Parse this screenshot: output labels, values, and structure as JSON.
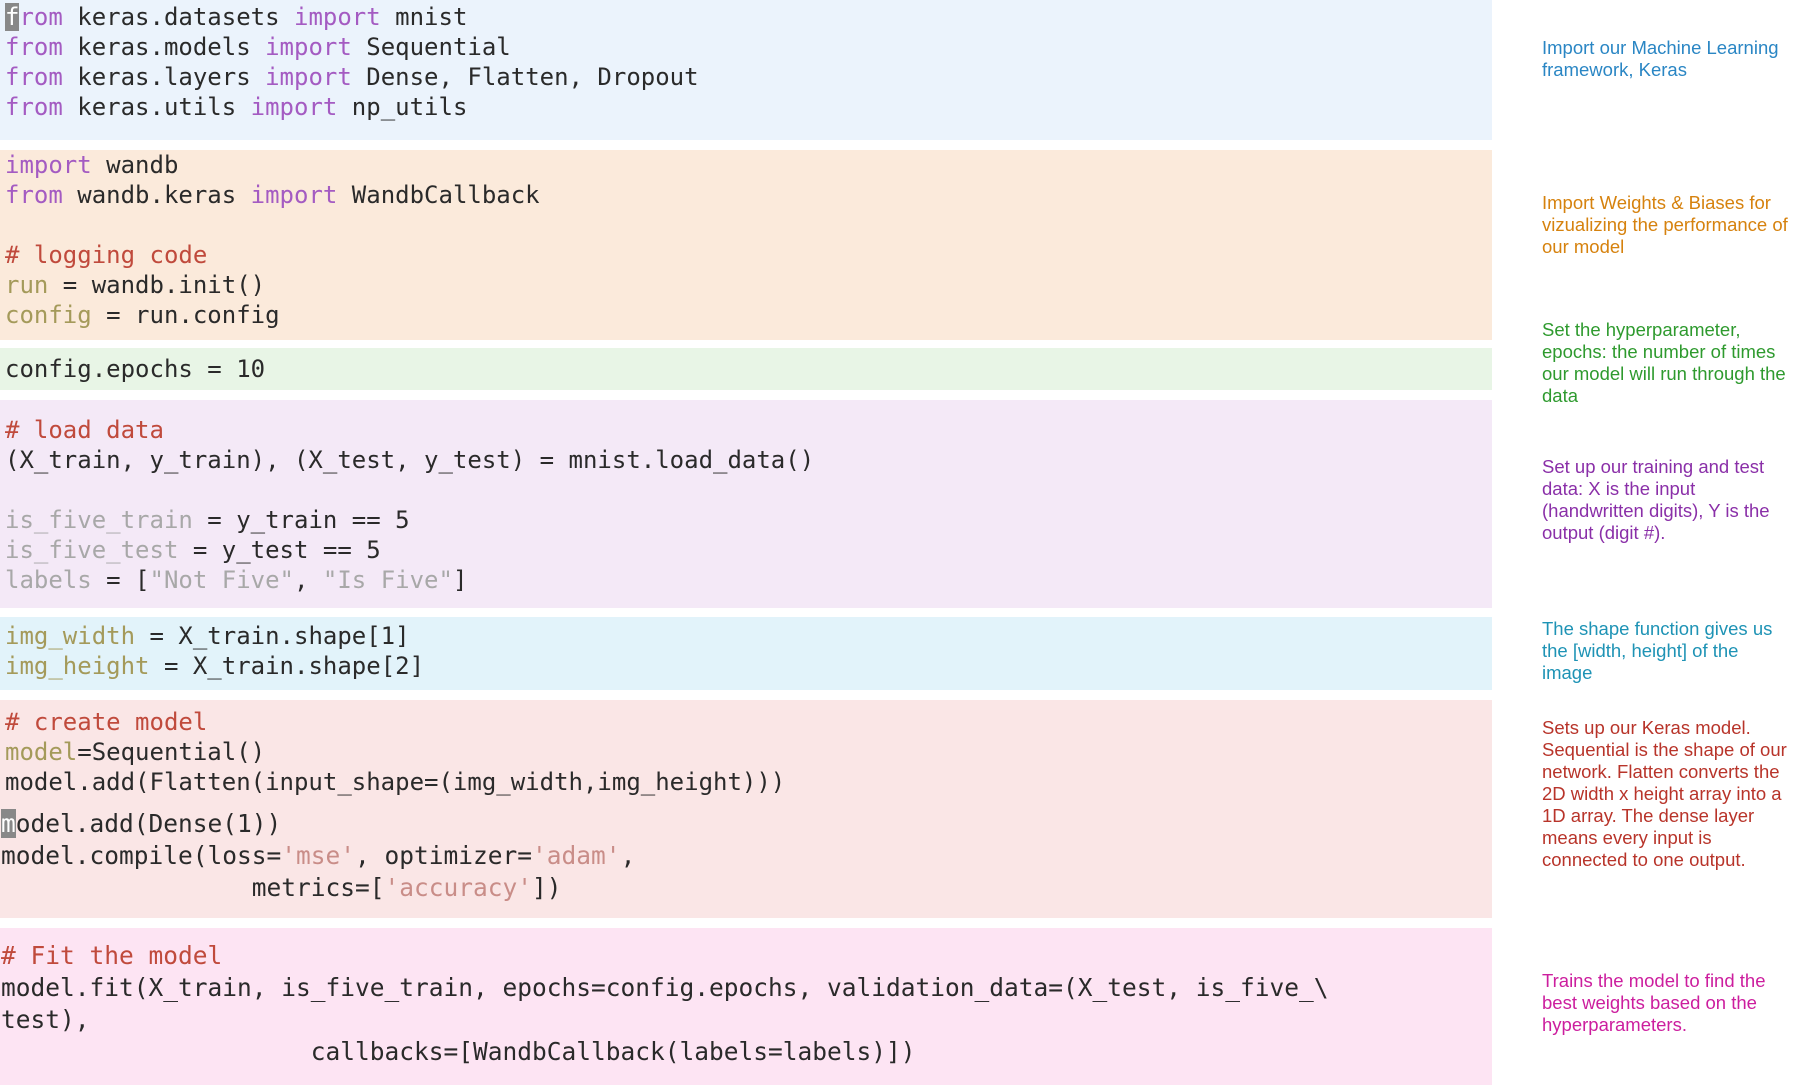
{
  "blocks": [
    {
      "id": "imports",
      "bg": "#ebf3fc",
      "note": "Import our Machine Learning framework, Keras",
      "note_color": "#2a86c4"
    },
    {
      "id": "wandb",
      "bg": "#fbeadb",
      "note": "Import Weights & Biases for vizualizing the performance of our model",
      "note_color": "#d6820e"
    },
    {
      "id": "epochs",
      "bg": "#e8f5e6",
      "note": "Set the hyperparameter, epochs: the number of times our model will run through the data",
      "note_color": "#2e9a2e"
    },
    {
      "id": "data",
      "bg": "#f4e9f7",
      "note": "Set up our training and test data: X is the input (handwritten digits), Y is the output (digit #).",
      "note_color": "#8a2fa8"
    },
    {
      "id": "shape",
      "bg": "#e2f3fa",
      "note": "The shape function gives us the [width, height] of the image",
      "note_color": "#1e93b5"
    },
    {
      "id": "model",
      "bg": "#fae6e6",
      "note": "Sets up our Keras model. Sequential is the shape of our network. Flatten converts the 2D width x height array into a 1D array. The dense layer means every input is connected to one output.",
      "note_color": "#b8342a"
    },
    {
      "id": "fit",
      "bg": "#fde4f3",
      "note": "Trains the model to find the best weights based on the hyperparameters.",
      "note_color": "#cc1e9e"
    }
  ],
  "code": {
    "imp1_rest": "rom",
    "imp1_b": " keras.datasets ",
    "imp1_kw": "import",
    "imp1_c": " mnist",
    "from": "from",
    "import": "import",
    "imp2_b": " keras.models ",
    "imp2_c": " Sequential",
    "imp3_b": " keras.layers ",
    "imp3_c": " Dense, Flatten, Dropout",
    "imp4_b": " keras.utils ",
    "imp4_c": " np_utils",
    "w1_c": " wandb",
    "w2_b": " wandb.keras ",
    "w2_c": " WandbCallback",
    "w3_cm": "# logging code",
    "w4_var": "run",
    "w4_rest": " = wandb.init()",
    "w5_var": "config",
    "w5_rest": " = run.config",
    "e1": "config.epochs = 10",
    "d1_cm": "# load data",
    "d2": "(X_train, y_train), (X_test, y_test) = mnist.load_data()",
    "d3_var": "is_five_train",
    "d3_rest": " = y_train == 5",
    "d4_var": "is_five_test",
    "d4_rest": " = y_test == 5",
    "d5_var": "labels",
    "d5_a": " = [",
    "d5_s1": "\"Not Five\"",
    "d5_b": ", ",
    "d5_s2": "\"Is Five\"",
    "d5_c": "]",
    "s1_var": "img_width",
    "s1_rest": " = X_train.shape[1]",
    "s2_var": "img_height",
    "s2_rest": " = X_train.shape[2]",
    "m1_cm": "# create model",
    "m2_var": "model",
    "m2_rest": "=Sequential()",
    "m3": "model.add(Flatten(input_shape=(img_width,img_height)))",
    "m4_cur": "m",
    "m4_rest": "odel.add(Dense(1))",
    "m5_a": "model.compile(loss=",
    "m5_s1": "'mse'",
    "m5_b": ", optimizer=",
    "m5_s2": "'adam'",
    "m5_c": ",",
    "m6_a": "                 metrics=[",
    "m6_s": "'accuracy'",
    "m6_b": "])",
    "f1_cm": "# Fit the model",
    "f2": "model.fit(X_train, is_five_train, epochs=config.epochs, validation_data=(X_test, is_five_\\",
    "f3": "test),",
    "f4": "                     callbacks=[WandbCallback(labels=labels)])"
  }
}
